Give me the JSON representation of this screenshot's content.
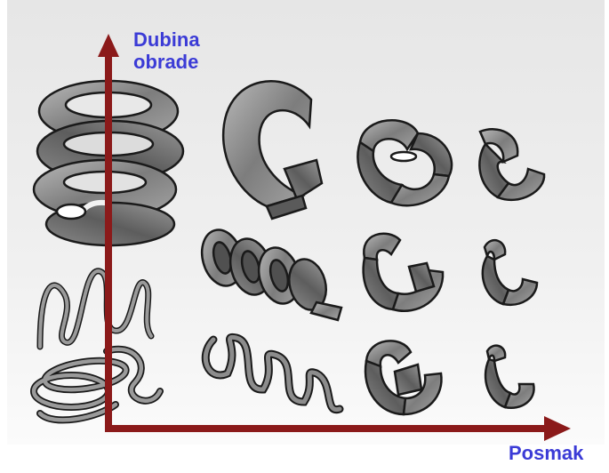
{
  "diagram": {
    "y_axis_label": [
      "Dubina",
      "obrade"
    ],
    "x_axis_label": "Posmak",
    "colors": {
      "axis": "#8b1a1a",
      "label": "#3b3bd6",
      "chip_fill": "#8f8f8f",
      "chip_outline": "#1a1a1a",
      "background_top": "#ebebeb",
      "background_bottom": "#fafafa"
    },
    "chip_grid": {
      "rows": 3,
      "columns": 4,
      "cells": [
        {
          "row": 1,
          "col": 1,
          "shape": "large-tight-helix"
        },
        {
          "row": 1,
          "col": 2,
          "shape": "open-arc"
        },
        {
          "row": 1,
          "col": 3,
          "shape": "short-curled-segment"
        },
        {
          "row": 1,
          "col": 4,
          "shape": "small-curled-fragment"
        },
        {
          "row": 2,
          "col": 1,
          "shape": "long-ribbon-tangle"
        },
        {
          "row": 2,
          "col": 2,
          "shape": "tubular-helix"
        },
        {
          "row": 2,
          "col": 3,
          "shape": "short-curled-segment"
        },
        {
          "row": 2,
          "col": 4,
          "shape": "small-curled-fragment"
        },
        {
          "row": 3,
          "col": 1,
          "shape": "long-ribbon-tangle"
        },
        {
          "row": 3,
          "col": 2,
          "shape": "loose-spring-helix"
        },
        {
          "row": 3,
          "col": 3,
          "shape": "short-curled-segment"
        },
        {
          "row": 3,
          "col": 4,
          "shape": "small-curled-fragment"
        }
      ]
    }
  }
}
